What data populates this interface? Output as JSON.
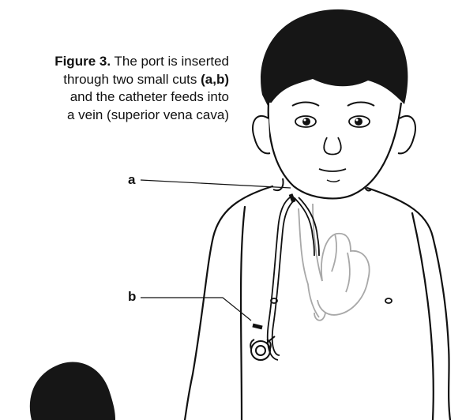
{
  "figure": {
    "caption": {
      "label": "Figure 3.",
      "line1_text": " The port is inserted",
      "line2_text": "through two small cuts ",
      "line2_bold": "(a,b)",
      "line3": "and the catheter feeds into",
      "line4": "a vein (superior vena cava)"
    },
    "callouts": {
      "a": "a",
      "b": "b"
    }
  }
}
